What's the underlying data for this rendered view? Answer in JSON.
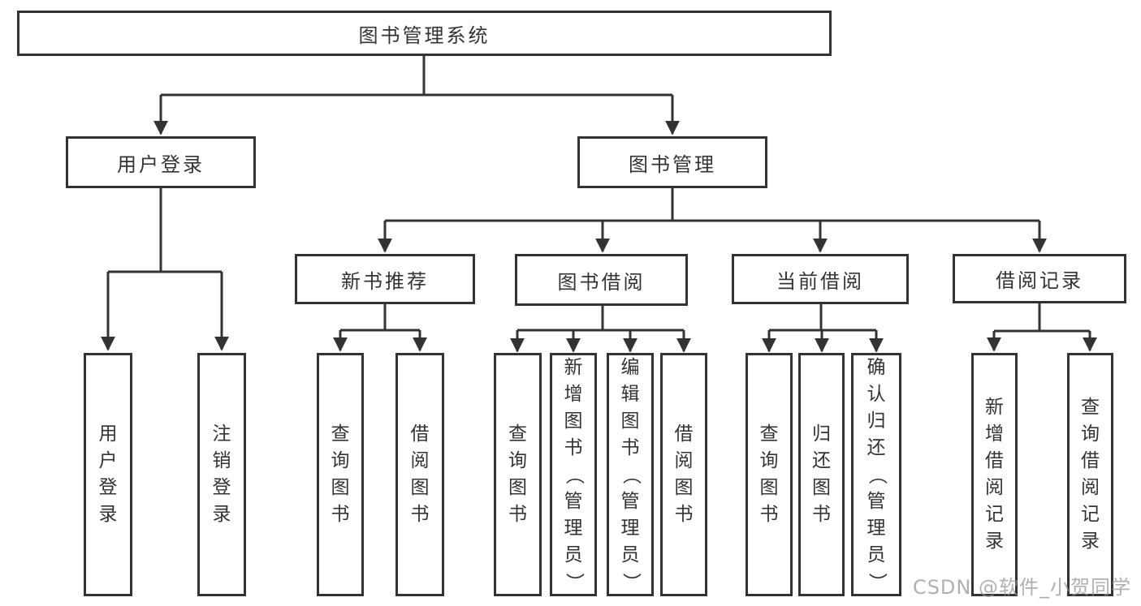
{
  "colors": {
    "line": "#333333",
    "box_border": "#333333",
    "text": "#333333",
    "background": "#ffffff",
    "watermark": "#b5b5b5"
  },
  "watermark": {
    "text": "CSDN @软件_小贺同学"
  },
  "tree": {
    "label": "图书管理系统",
    "children": [
      {
        "label": "用户登录",
        "children": [
          {
            "label": "用户登录"
          },
          {
            "label": "注销登录"
          }
        ]
      },
      {
        "label": "图书管理",
        "children": [
          {
            "label": "新书推荐",
            "children": [
              {
                "label": "查询图书"
              },
              {
                "label": "借阅图书"
              }
            ]
          },
          {
            "label": "图书借阅",
            "children": [
              {
                "label": "查询图书"
              },
              {
                "label": "新增图书（管理员）"
              },
              {
                "label": "编辑图书（管理员）"
              },
              {
                "label": "借阅图书"
              }
            ]
          },
          {
            "label": "当前借阅",
            "children": [
              {
                "label": "查询图书"
              },
              {
                "label": "归还图书"
              },
              {
                "label": "确认归还（管理员）"
              }
            ]
          },
          {
            "label": "借阅记录",
            "children": [
              {
                "label": "新增借阅记录"
              },
              {
                "label": "查询借阅记录"
              }
            ]
          }
        ]
      }
    ]
  }
}
